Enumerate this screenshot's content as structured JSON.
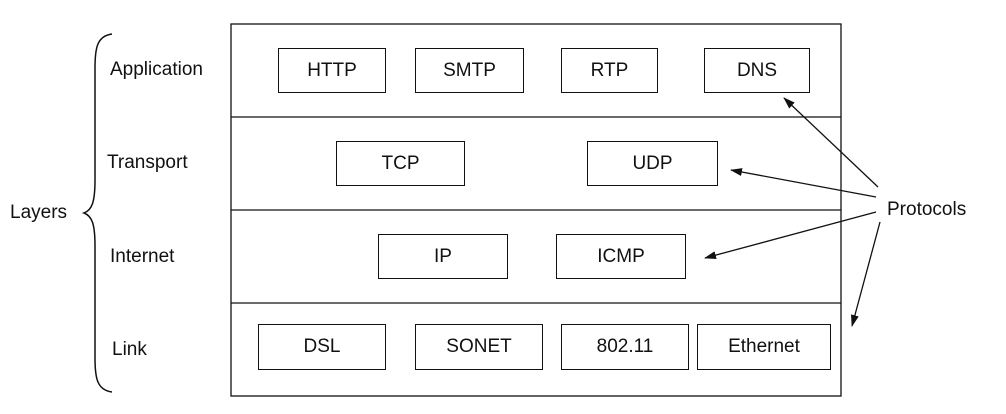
{
  "layers_label": "Layers",
  "protocols_label": "Protocols",
  "layers": [
    {
      "name": "Application",
      "protocols": [
        "HTTP",
        "SMTP",
        "RTP",
        "DNS"
      ]
    },
    {
      "name": "Transport",
      "protocols": [
        "TCP",
        "UDP"
      ]
    },
    {
      "name": "Internet",
      "protocols": [
        "IP",
        "ICMP"
      ]
    },
    {
      "name": "Link",
      "protocols": [
        "DSL",
        "SONET",
        "802.11",
        "Ethernet"
      ]
    }
  ]
}
